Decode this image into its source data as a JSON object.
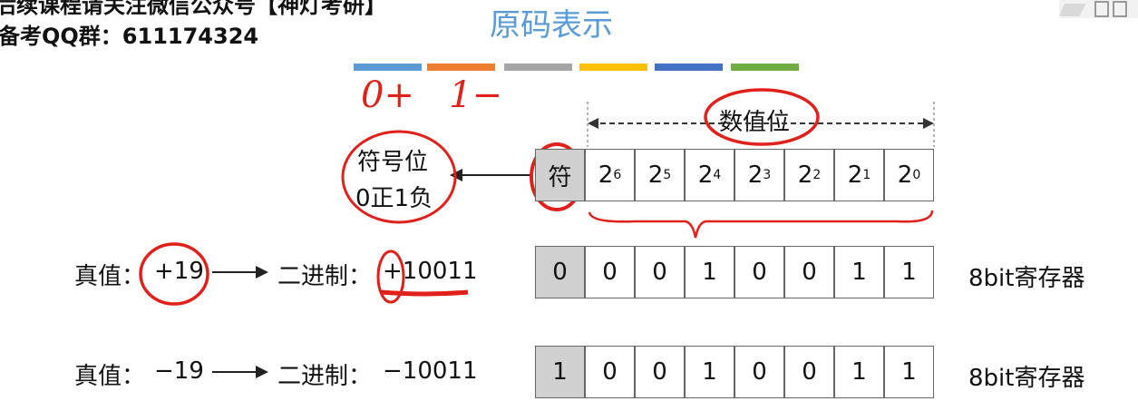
{
  "header": {
    "line1": "后续课程请关注微信公众号【神灯考研】",
    "line2": "备考QQ群：611174324"
  },
  "title": "原码表示",
  "color_bar": [
    "#5b9bd5",
    "#ed7d31",
    "#a5a5a5",
    "#ffc000",
    "#4472c4",
    "#70ad47"
  ],
  "annotations": {
    "handwritten": "0+   1−",
    "sign_note_line1": "符号位",
    "sign_note_line2": "0正1负",
    "magnitude_label": "数值位",
    "ink_color": "#e0201a"
  },
  "header_row": {
    "sign_cell": "符",
    "powers": [
      {
        "base": "2",
        "exp": "6"
      },
      {
        "base": "2",
        "exp": "5"
      },
      {
        "base": "2",
        "exp": "4"
      },
      {
        "base": "2",
        "exp": "3"
      },
      {
        "base": "2",
        "exp": "2"
      },
      {
        "base": "2",
        "exp": "1"
      },
      {
        "base": "2",
        "exp": "0"
      }
    ]
  },
  "rows": [
    {
      "true_value_label": "真值：",
      "true_value": "+19",
      "binary_label": "二进制：",
      "binary_value": "+10011",
      "bits": [
        "0",
        "0",
        "0",
        "1",
        "0",
        "0",
        "1",
        "1"
      ],
      "register_label": "8bit寄存器"
    },
    {
      "true_value_label": "真值：",
      "true_value": "−19",
      "binary_label": "二进制：",
      "binary_value": "−10011",
      "bits": [
        "1",
        "0",
        "0",
        "1",
        "0",
        "0",
        "1",
        "1"
      ],
      "register_label": "8bit寄存器"
    }
  ]
}
